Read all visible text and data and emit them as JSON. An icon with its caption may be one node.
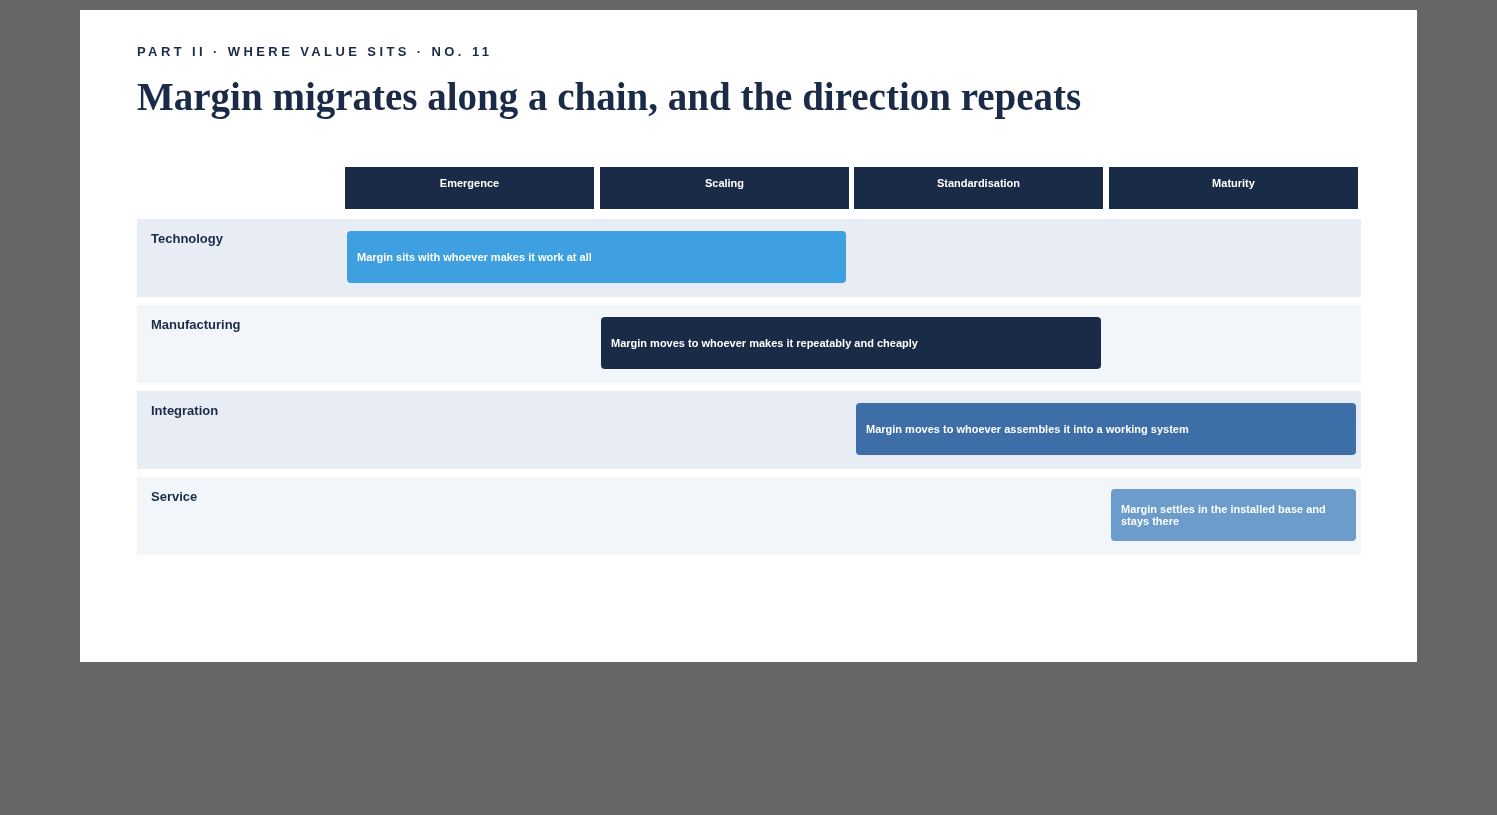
{
  "diagram": {
    "title": "Margin migrates along a chain, and the direction repeats",
    "labels": [
      "PART II · WHERE VALUE SITS · NO. 11"
    ],
    "nodes": [
      {
        "text": [
          "Emergence"
        ]
      },
      {
        "text": [
          "Scaling"
        ]
      },
      {
        "text": [
          "Standardisation"
        ]
      },
      {
        "text": [
          "Maturity"
        ]
      },
      {
        "text": [
          "Technology"
        ]
      },
      {
        "text": [
          "Margin sits with whoever makes it work at all"
        ],
        "in": 4
      },
      {
        "text": [
          "Manufacturing"
        ]
      },
      {
        "text": [
          "Margin moves to whoever makes it repeatably and cheaply"
        ],
        "in": 6
      },
      {
        "text": [
          "Integration"
        ]
      },
      {
        "text": [
          "Margin moves to whoever assembles it into a working system"
        ],
        "in": 8
      },
      {
        "text": [
          "Service"
        ]
      },
      {
        "text": [
          "Margin settles in the installed base and stays there"
        ],
        "in": 10
      }
    ],
    "edges": []
  }
}
